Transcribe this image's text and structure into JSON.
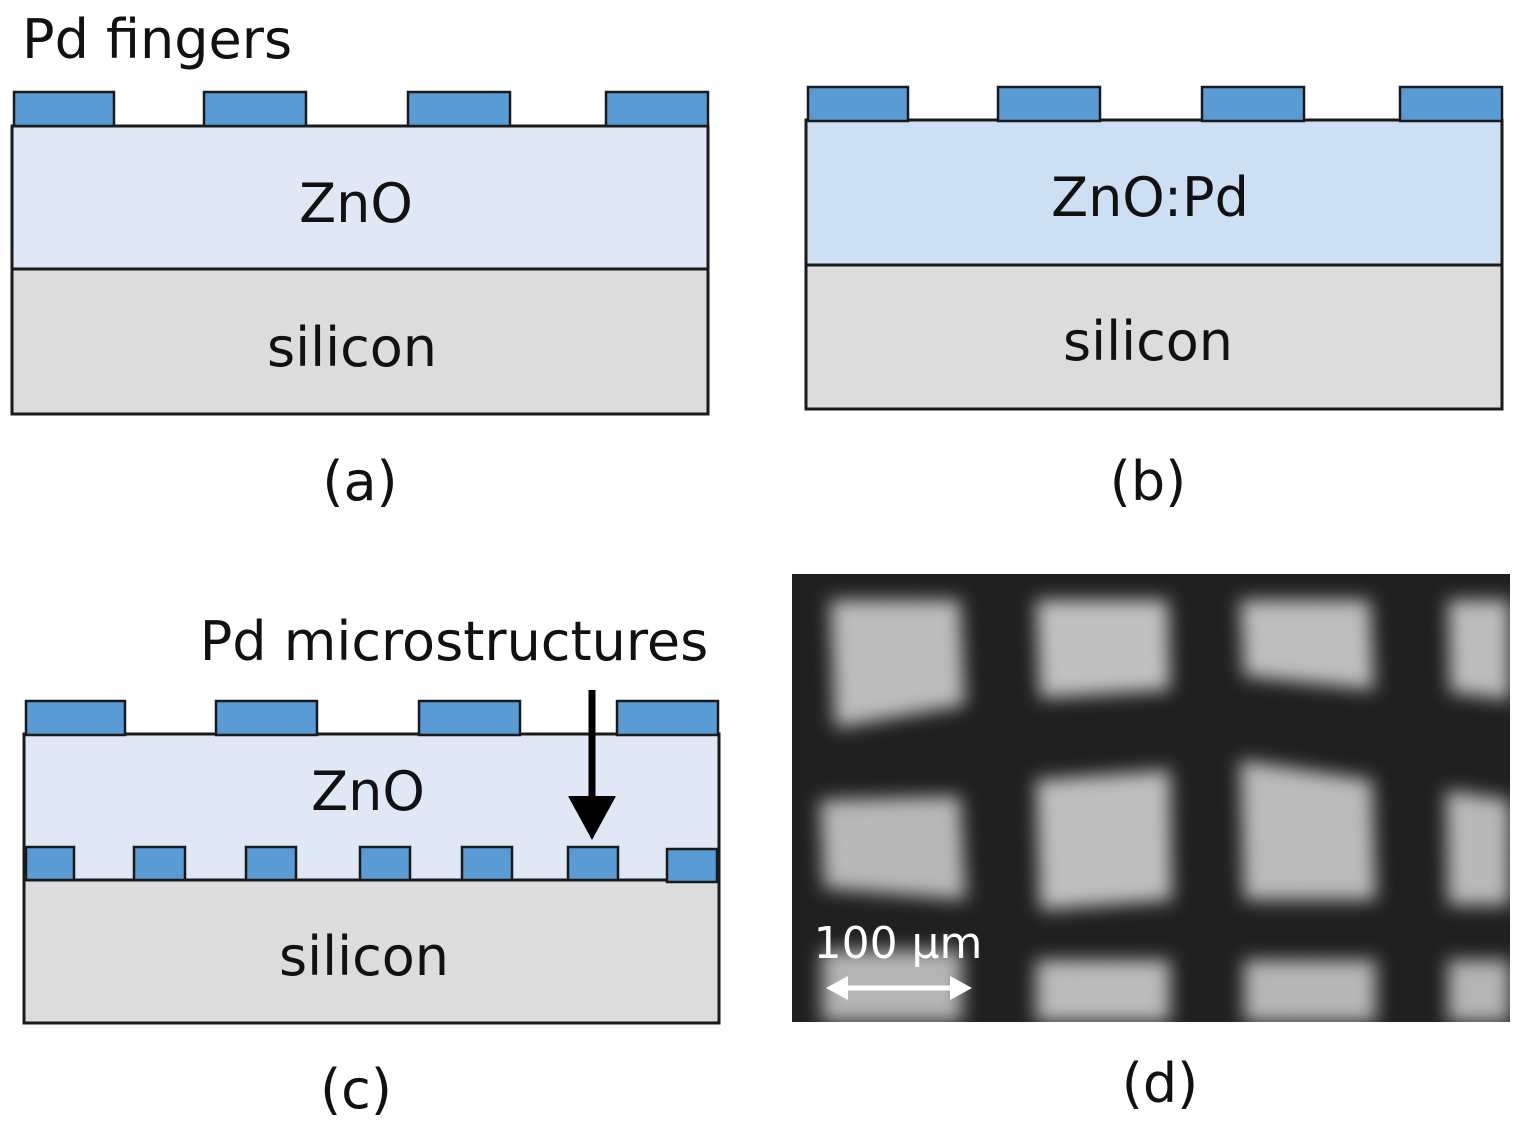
{
  "panel_a": {
    "top_label": "Pd fingers",
    "layer_top": "ZnO",
    "layer_bottom": "silicon",
    "caption": "(a)"
  },
  "panel_b": {
    "layer_top": "ZnO:Pd",
    "layer_bottom": "silicon",
    "caption": "(b)"
  },
  "panel_c": {
    "arrow_label": "Pd microstructures",
    "layer_top": "ZnO",
    "layer_bottom": "silicon",
    "caption": "(c)"
  },
  "panel_d": {
    "scale_bar_label": "100 µm",
    "caption": "(d)"
  },
  "colors": {
    "pd": "#5b9bd5",
    "zno": "#dfe8f4",
    "zno_pd": "#cddff2",
    "silicon": "#dcdcdc",
    "outline": "#1a1a1a"
  }
}
